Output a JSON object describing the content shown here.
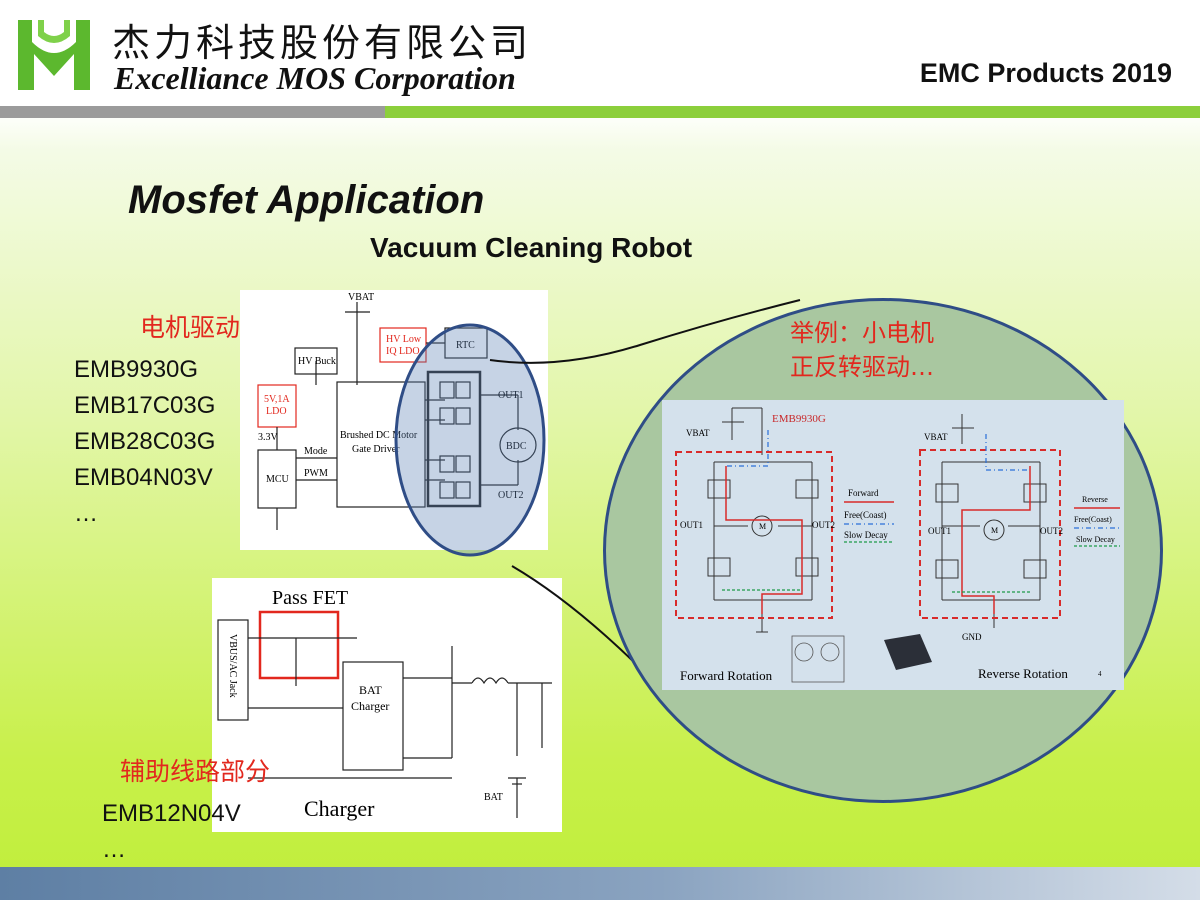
{
  "header": {
    "company_cn": "杰力科技股份有限公司",
    "company_en": "Excelliance MOS Corporation",
    "report_title": "EMC Products 2019",
    "logo_green": "#5cb82e",
    "bar_gray": "#9b9b9b",
    "bar_green": "#8ccf3c"
  },
  "slide": {
    "title": "Mosfet Application",
    "subtitle": "Vacuum Cleaning Robot"
  },
  "motor_section": {
    "heading": "电机驱动部分",
    "parts": [
      "EMB9930G",
      "EMB17C03G",
      "EMB28C03G",
      "EMB04N03V",
      "…"
    ]
  },
  "aux_section": {
    "heading": "辅助线路部分",
    "parts": [
      "EMB12N04V",
      "…"
    ]
  },
  "gate_diagram": {
    "vbat": "VBAT",
    "hv_buck": "HV Buck",
    "hv_ldo_1": "HV Low",
    "hv_ldo_2": "IQ LDO",
    "rtc": "RTC",
    "ldo_1": "5V,1A",
    "ldo_2": "LDO",
    "v33": "3.3V",
    "driver_1": "Brushed DC Motor",
    "driver_2": "Gate Driver",
    "mcu": "MCU",
    "mode": "Mode",
    "pwm": "PWM",
    "out1": "OUT1",
    "out2": "OUT2",
    "bdc": "BDC"
  },
  "charger_diagram": {
    "pass_fet": "Pass FET",
    "vbus": "VBUS/AC Jack",
    "bat_charger_1": "BAT",
    "bat_charger_2": "Charger",
    "bat": "BAT",
    "caption": "Charger"
  },
  "example": {
    "line1": "举例：小电机",
    "line2": "正反转驱动…"
  },
  "hbridge": {
    "part": "EMB9930G",
    "vbat_left": "VBAT",
    "vbat_right": "VBAT",
    "out1_left": "OUT1",
    "out2_left": "OUT2",
    "out1_right": "OUT1",
    "out2_right": "OUT2",
    "motor": "M",
    "forward": "Forward",
    "free_coast": "Free(Coast)",
    "slow_decay": "Slow Decay",
    "reverse": "Reverse",
    "gnd": "GND",
    "forward_rotation": "Forward Rotation",
    "reverse_rotation": "Reverse Rotation",
    "page_num": "4"
  }
}
